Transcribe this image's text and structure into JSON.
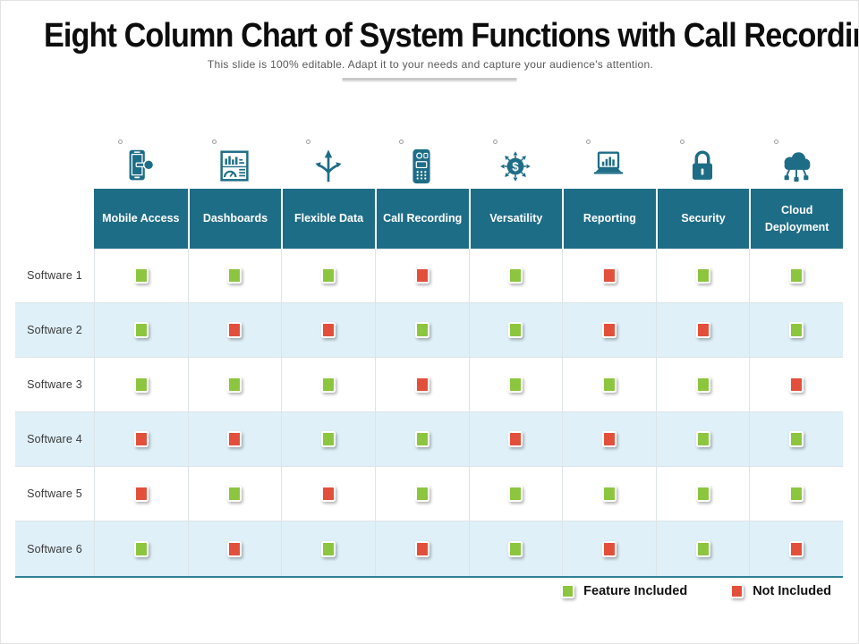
{
  "slide": {
    "title": "Eight Column Chart of System Functions with Call Recording",
    "subtitle": "This slide is 100% editable. Adapt it to your needs and capture your audience's attention."
  },
  "table": {
    "columns": [
      {
        "label": "Mobile Access",
        "icon": "mobile-access-icon"
      },
      {
        "label": "Dashboards",
        "icon": "dashboards-icon"
      },
      {
        "label": "Flexible Data",
        "icon": "flexible-data-icon"
      },
      {
        "label": "Call Recording",
        "icon": "call-recording-icon"
      },
      {
        "label": "Versatility",
        "icon": "versatility-icon"
      },
      {
        "label": "Reporting",
        "icon": "reporting-icon"
      },
      {
        "label": "Security",
        "icon": "security-icon"
      },
      {
        "label": "Cloud Deployment",
        "icon": "cloud-deployment-icon"
      }
    ],
    "rows": [
      {
        "label": "Software 1",
        "values": [
          true,
          true,
          true,
          false,
          true,
          false,
          true,
          true
        ]
      },
      {
        "label": "Software 2",
        "values": [
          true,
          false,
          false,
          true,
          true,
          false,
          false,
          true
        ]
      },
      {
        "label": "Software 3",
        "values": [
          true,
          true,
          true,
          false,
          true,
          true,
          true,
          false
        ]
      },
      {
        "label": "Software 4",
        "values": [
          false,
          false,
          true,
          true,
          false,
          false,
          true,
          true
        ]
      },
      {
        "label": "Software 5",
        "values": [
          false,
          true,
          false,
          true,
          true,
          true,
          true,
          true
        ]
      },
      {
        "label": "Software 6",
        "values": [
          true,
          false,
          true,
          false,
          true,
          false,
          true,
          false
        ]
      }
    ]
  },
  "legend": {
    "included_label": "Feature Included",
    "not_included_label": "Not Included"
  },
  "colors": {
    "header_teal": "#1e6d87",
    "alt_row_blue": "#dff0f8",
    "included_green": "#8cc63f",
    "not_included_red": "#e2503b"
  },
  "chart_data": {
    "type": "table",
    "title": "Eight Column Chart of System Functions with Call Recording",
    "subtitle": "This slide is 100% editable. Adapt it to your needs and capture your audience's attention.",
    "columns": [
      "Mobile Access",
      "Dashboards",
      "Flexible Data",
      "Call Recording",
      "Versatility",
      "Reporting",
      "Security",
      "Cloud Deployment"
    ],
    "row_labels": [
      "Software 1",
      "Software 2",
      "Software 3",
      "Software 4",
      "Software 5",
      "Software 6"
    ],
    "values": [
      [
        1,
        1,
        1,
        0,
        1,
        0,
        1,
        1
      ],
      [
        1,
        0,
        0,
        1,
        1,
        0,
        0,
        1
      ],
      [
        1,
        1,
        1,
        0,
        1,
        1,
        1,
        0
      ],
      [
        0,
        0,
        1,
        1,
        0,
        0,
        1,
        1
      ],
      [
        0,
        1,
        0,
        1,
        1,
        1,
        1,
        1
      ],
      [
        1,
        0,
        1,
        0,
        1,
        0,
        1,
        0
      ]
    ],
    "value_meaning": {
      "1": "Feature Included",
      "0": "Not Included"
    },
    "legend": [
      "Feature Included",
      "Not Included"
    ],
    "legend_position": "bottom-right"
  }
}
